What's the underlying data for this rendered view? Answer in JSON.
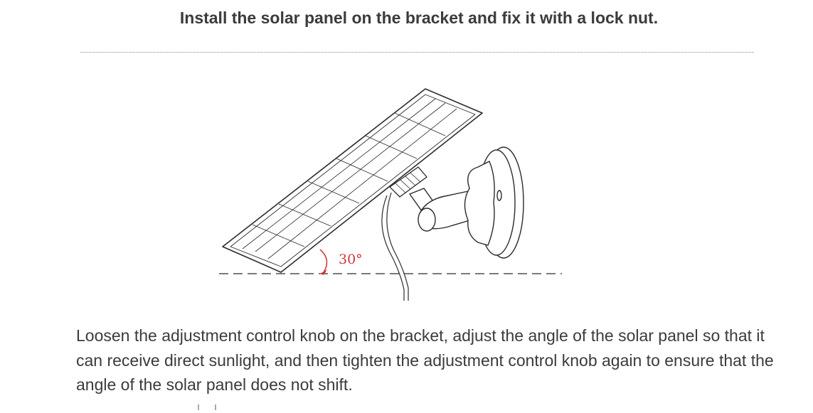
{
  "instruction": {
    "heading": "Install the solar panel on the bracket and fix it with a lock nut."
  },
  "figure": {
    "angle_label": "30°",
    "colors": {
      "line_art": "#2b2b2b",
      "angle_accent": "#d0343b"
    }
  },
  "description": {
    "text": "Loosen the adjustment control knob on the bracket, adjust the angle of the solar panel so that it can receive direct sunlight, and then tighten the adjustment control knob again to ensure that the angle of the solar panel does not shift."
  }
}
